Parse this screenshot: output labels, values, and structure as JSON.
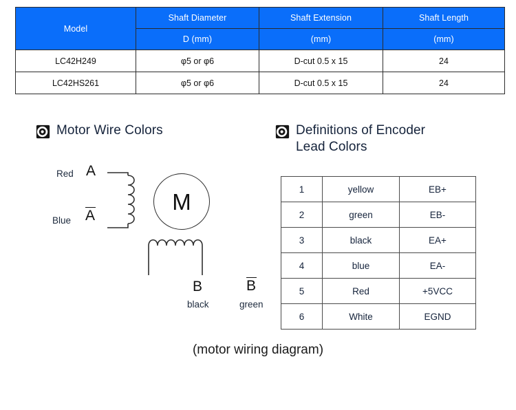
{
  "spec_table": {
    "header_bg": "#0a6efa",
    "header_text_color": "#ffffff",
    "header_row1": [
      "Model",
      "Shaft Diameter",
      "Shaft Extension",
      "Shaft Length"
    ],
    "header_row2": [
      "D (mm)",
      "(mm)",
      "(mm)"
    ],
    "rows": [
      [
        "LC42H249",
        "φ5 or φ6",
        "D-cut 0.5 x 15",
        "24"
      ],
      [
        "LC42HS261",
        "φ5 or φ6",
        "D-cut 0.5 x 15",
        "24"
      ]
    ]
  },
  "motor_section": {
    "heading": "Motor Wire Colors",
    "icon": "target-ring-icon",
    "diagram": {
      "lead_red_label": "Red",
      "lead_blue_label": "Blue",
      "phase_a": "A",
      "phase_a_bar": "A",
      "motor_letter": "M",
      "phase_b": "B",
      "phase_b_bar": "B",
      "lead_black_label": "black",
      "lead_green_label": "green"
    }
  },
  "encoder_section": {
    "heading": "Definitions of Encoder\nLead Colors",
    "icon": "target-ring-icon",
    "rows": [
      {
        "pin": "1",
        "color": "yellow",
        "signal": "EB+"
      },
      {
        "pin": "2",
        "color": "green",
        "signal": "EB-"
      },
      {
        "pin": "3",
        "color": "black",
        "signal": "EA+"
      },
      {
        "pin": "4",
        "color": "blue",
        "signal": "EA-"
      },
      {
        "pin": "5",
        "color": "Red",
        "signal": "+5VCC"
      },
      {
        "pin": "6",
        "color": "White",
        "signal": "EGND"
      }
    ]
  },
  "caption": "(motor wiring diagram)"
}
